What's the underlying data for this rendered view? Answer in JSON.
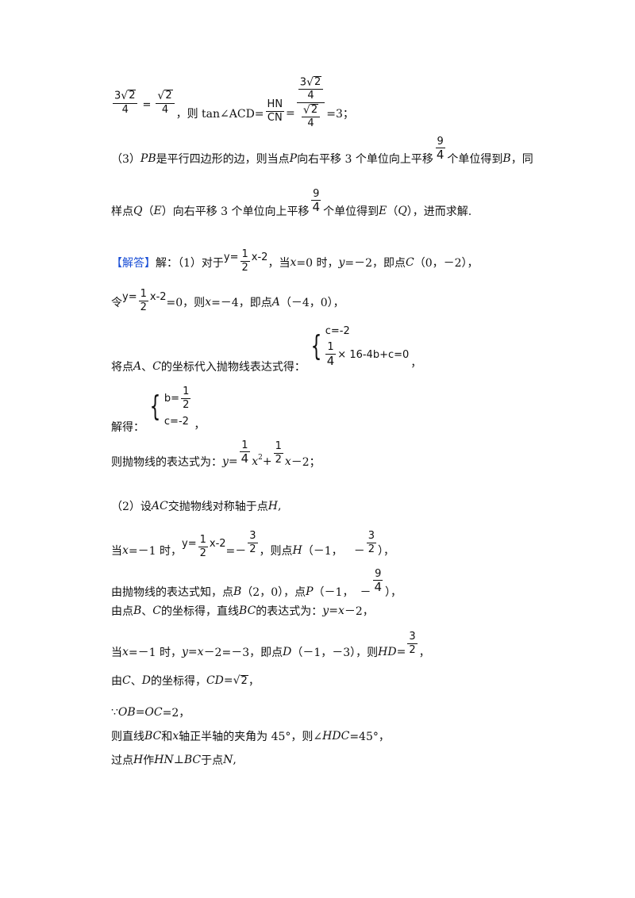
{
  "line1": {
    "f1_num": "3",
    "f1_rad": "2",
    "f1_den": "4",
    "eq": "=",
    "f2_rad": "2",
    "f2_den": "4",
    "mid": "，则 tan∠ACD=",
    "hn": "HN",
    "cn": "CN",
    "big_num_num": "3",
    "big_num_rad": "2",
    "big_num_den": "4",
    "big_den_rad": "2",
    "big_den_den": "4",
    "end": "=3；"
  },
  "line2": {
    "a": "（3）",
    "pb": "PB",
    "b": "是平行四边形的边，则当点",
    "p": "P",
    "c": "向右平移 3 个单位向上平移",
    "fn": "9",
    "fd": "4",
    "d": "个单位得到",
    "bb": "B",
    "e": "，同"
  },
  "line3": {
    "a": "样点",
    "q": "Q",
    "b": "（",
    "e1": "E",
    "c": "）向右平移 3 个单位向上平移",
    "fn": "9",
    "fd": "4",
    "d": "个单位得到",
    "e2": "E",
    "f": "（",
    "q2": "Q",
    "g": "），进而求解."
  },
  "line4": {
    "tag": "【解答】",
    "a": "解：（1）对于",
    "yeq": "y=",
    "fn": "1",
    "fd": "2",
    "rest": "x-2",
    "b": "，当",
    "x": "x",
    "c": "=0 时，",
    "y": "y",
    "d": "=－2，即点",
    "cpt": "C",
    "e": "（0，－2），"
  },
  "line5": {
    "a": "令",
    "yeq": "y=",
    "fn": "1",
    "fd": "2",
    "rest": "x-2",
    "b": "=0，则",
    "x": "x",
    "c": "=－4，即点",
    "apt": "A",
    "d": "（－4，0），"
  },
  "line6": {
    "a": "将点",
    "apt": "A",
    "b": "、",
    "cpt": "C",
    "c": "的坐标代入抛物线表达式得：",
    "s1": "c=-2",
    "s2_fn": "1",
    "s2_fd": "4",
    "s2_rest": "× 16-4b+c=0",
    "end": "，"
  },
  "line7": {
    "a": "解得：",
    "s1": "b=",
    "s1_fn": "1",
    "s1_fd": "2",
    "s2": "c=-2",
    "end": "，"
  },
  "line8": {
    "a": "则抛物线的表达式为：",
    "y": "y",
    "eq": "=",
    "f1n": "1",
    "f1d": "4",
    "x2": "x",
    "sup": "2",
    "plus": "+",
    "f2n": "1",
    "f2d": "2",
    "x": "x",
    "rest": "－2；"
  },
  "line9": {
    "a": "（2）设",
    "ac": "AC",
    "b": "交抛物线对称轴于点",
    "h": "H",
    "c": ","
  },
  "line10": {
    "a": "当",
    "x": "x",
    "b": "=－1 时，",
    "yeq": "y=",
    "fn": "1",
    "fd": "2",
    "rest": "x-2",
    "eq": "=－",
    "f2n": "3",
    "f2d": "2",
    "c": "，则点",
    "h": "H",
    "d": "（－1，",
    "neg": "－",
    "f3n": "3",
    "f3d": "2",
    "e": "），"
  },
  "line11": {
    "a": "由抛物线的表达式知，点",
    "b": "B",
    "c": "（2，0），点",
    "p": "P",
    "d": "（－1，",
    "neg": "－",
    "fn": "9",
    "fd": "4",
    "e": "），"
  },
  "line12": {
    "a": "由点",
    "b": "B",
    "c": "、",
    "cpt": "C",
    "d": "的坐标得，直线",
    "bc": "BC",
    "e": "的表达式为：",
    "y": "y",
    "f": "=",
    "x": "x",
    "g": "－2，"
  },
  "line13": {
    "a": "当",
    "x": "x",
    "b": "=－1 时，",
    "y": "y",
    "c": "=",
    "x2": "x",
    "d": "－2=－3，即点",
    "dpt": "D",
    "e": "（－1，－3），则",
    "hd": "HD",
    "f": "=",
    "fn": "3",
    "fd": "2",
    "g": "，"
  },
  "line14": {
    "a": "由",
    "cpt": "C",
    "b": "、",
    "dpt": "D",
    "c": "的坐标得，",
    "cd": "CD",
    "d": "=",
    "rad": "2",
    "e": "，"
  },
  "line15": {
    "a": "∵",
    "ob": "OB",
    "b": "=",
    "oc": "OC",
    "c": "=2，"
  },
  "line16": {
    "a": "则直线",
    "bc": "BC",
    "b": "和",
    "x": "x",
    "c": "轴正半轴的夹角为 45°，则∠",
    "hdc": "HDC",
    "d": "=45°，"
  },
  "line17": {
    "a": "过点",
    "h": "H",
    "b": "作",
    "hn": "HN",
    "c": "⊥",
    "bc": "BC",
    "d": "于点",
    "n": "N",
    "e": ","
  }
}
